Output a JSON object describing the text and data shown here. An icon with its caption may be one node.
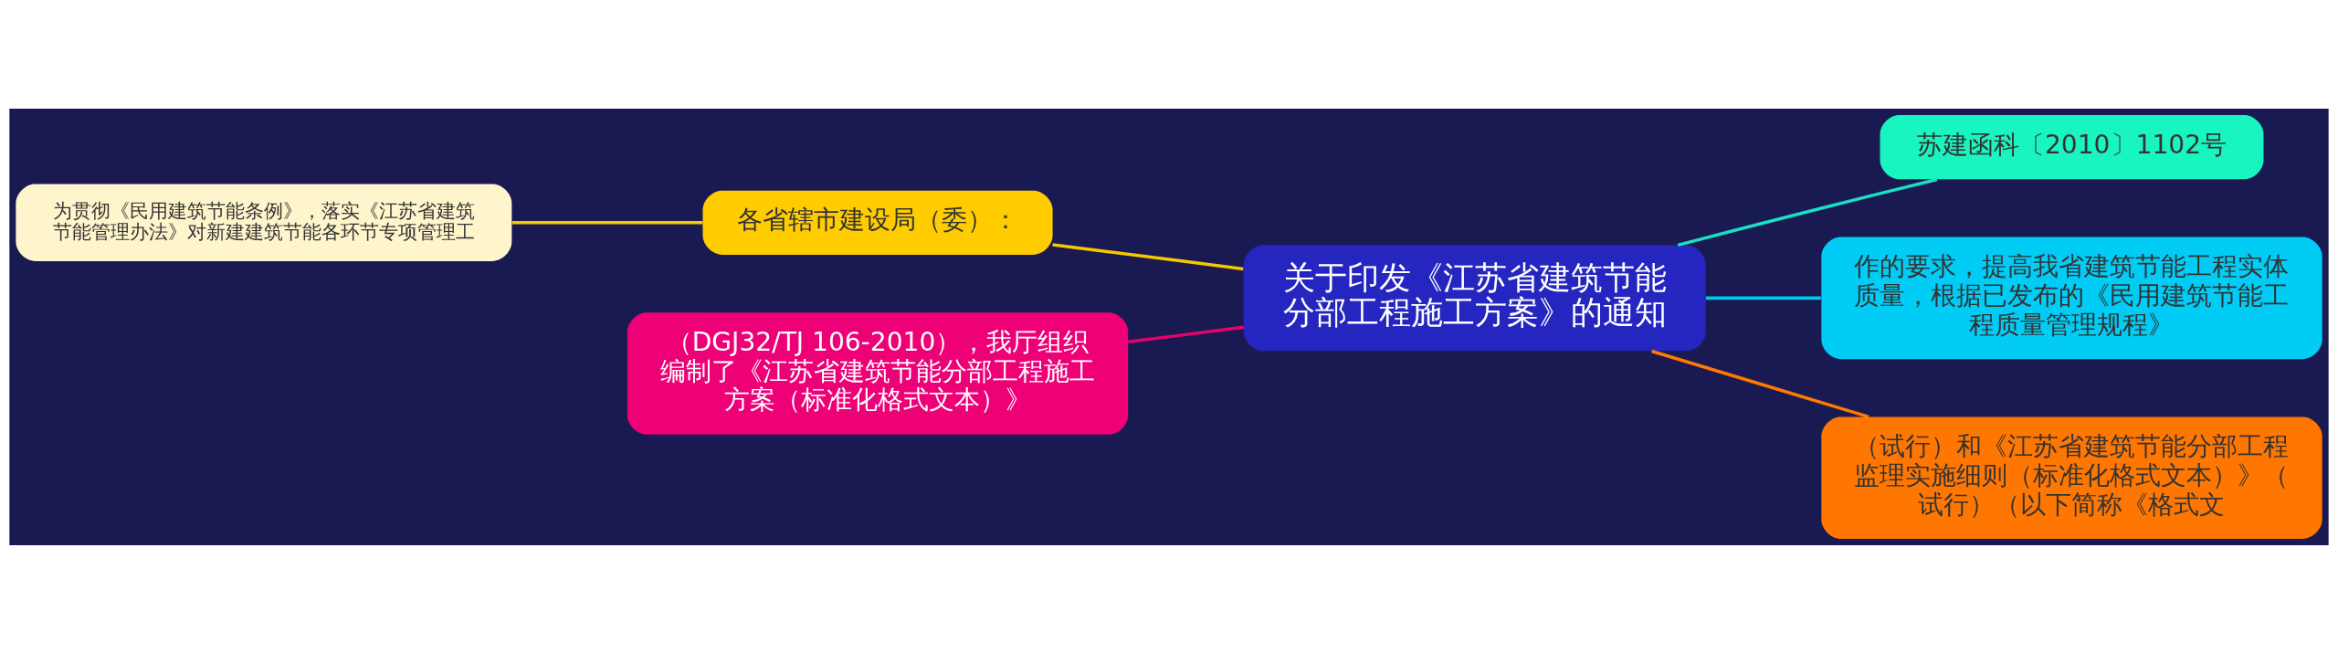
{
  "diagram": {
    "nodes": [
      {
        "text": [
          "关于印发《江苏省建筑节能分部工程施工方案》的通知"
        ]
      },
      {
        "text": [
          "苏建函科〔2010〕1102号"
        ]
      },
      {
        "text": [
          "各省辖市建设局（委）："
        ]
      },
      {
        "text": [
          "为贯彻《民用建筑节能条例》，落实《江苏省建筑节能管理办法》对新建建筑节能各环节专项管理工"
        ]
      },
      {
        "text": [
          "作的要求，提高我省建筑节能工程实体质量，根据已发布的《民用建筑节能工程质量管理规程》"
        ]
      },
      {
        "text": [
          "（DGJ32/TJ 106-2010），我厅组织编制了《江苏省建筑节能分部工程施工方案（标准化格式文本）》"
        ]
      },
      {
        "text": [
          "（试行）和《江苏省建筑节能分部工程监理实施细则（标准化格式文本）》（试行）（以下简称《格式文"
        ]
      }
    ],
    "edges": [
      {
        "from": 3,
        "to": 2,
        "arrow": "none",
        "color": "#f5c800"
      },
      {
        "from": 2,
        "to": 0,
        "arrow": "none",
        "color": "#f5c800"
      },
      {
        "from": 5,
        "to": 0,
        "arrow": "none",
        "color": "#e8006e"
      },
      {
        "from": 0,
        "to": 1,
        "arrow": "none",
        "color": "#19e0c0"
      },
      {
        "from": 0,
        "to": 4,
        "arrow": "none",
        "color": "#00c8ee"
      },
      {
        "from": 0,
        "to": 6,
        "arrow": "none",
        "color": "#ff7a00"
      }
    ]
  }
}
